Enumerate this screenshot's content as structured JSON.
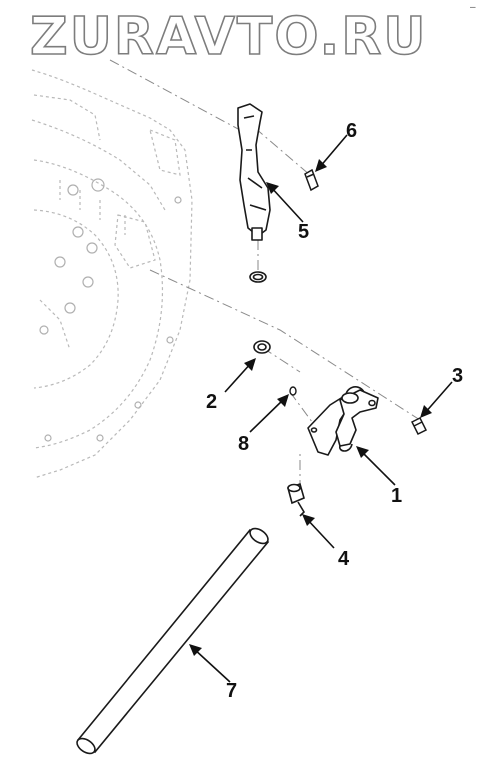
{
  "watermark": "ZURAVTO.RU",
  "corner_mark": "–",
  "callouts": {
    "c1": "1",
    "c2": "2",
    "c3": "3",
    "c4": "4",
    "c5": "5",
    "c6": "6",
    "c7": "7",
    "c8": "8"
  }
}
